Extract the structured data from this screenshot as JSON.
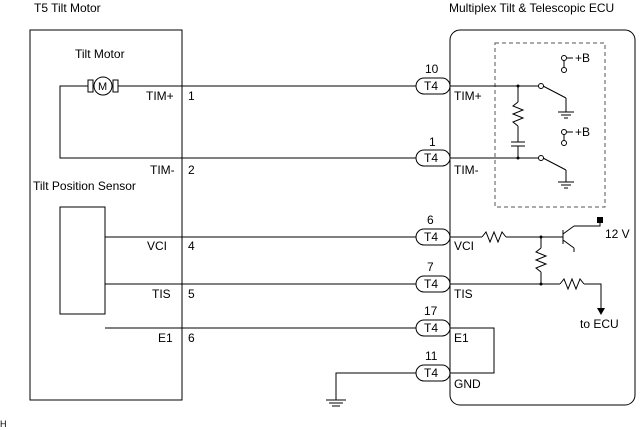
{
  "left_module": {
    "title": "T5 Tilt Motor",
    "motor_label": "Tilt Motor",
    "motor_symbol": "M",
    "sensor_label": "Tilt Position Sensor",
    "pins": [
      {
        "name": "TIM+",
        "num": "1"
      },
      {
        "name": "TIM-",
        "num": "2"
      },
      {
        "name": "VCI",
        "num": "4"
      },
      {
        "name": "TIS",
        "num": "5"
      },
      {
        "name": "E1",
        "num": "6"
      }
    ]
  },
  "right_module": {
    "title": "Multiplex Tilt & Telescopic ECU",
    "pins": [
      {
        "pin": "10",
        "connector": "T4",
        "name": "TIM+"
      },
      {
        "pin": "1",
        "connector": "T4",
        "name": "TIM-"
      },
      {
        "pin": "6",
        "connector": "T4",
        "name": "VCI"
      },
      {
        "pin": "7",
        "connector": "T4",
        "name": "TIS"
      },
      {
        "pin": "17",
        "connector": "T4",
        "name": "E1"
      },
      {
        "pin": "11",
        "connector": "T4",
        "name": "GND"
      }
    ],
    "plus_b_top": "+B",
    "plus_b_bottom": "+B",
    "supply_label": "12 V",
    "to_ecu_label": "to ECU"
  },
  "corner_mark": "H"
}
